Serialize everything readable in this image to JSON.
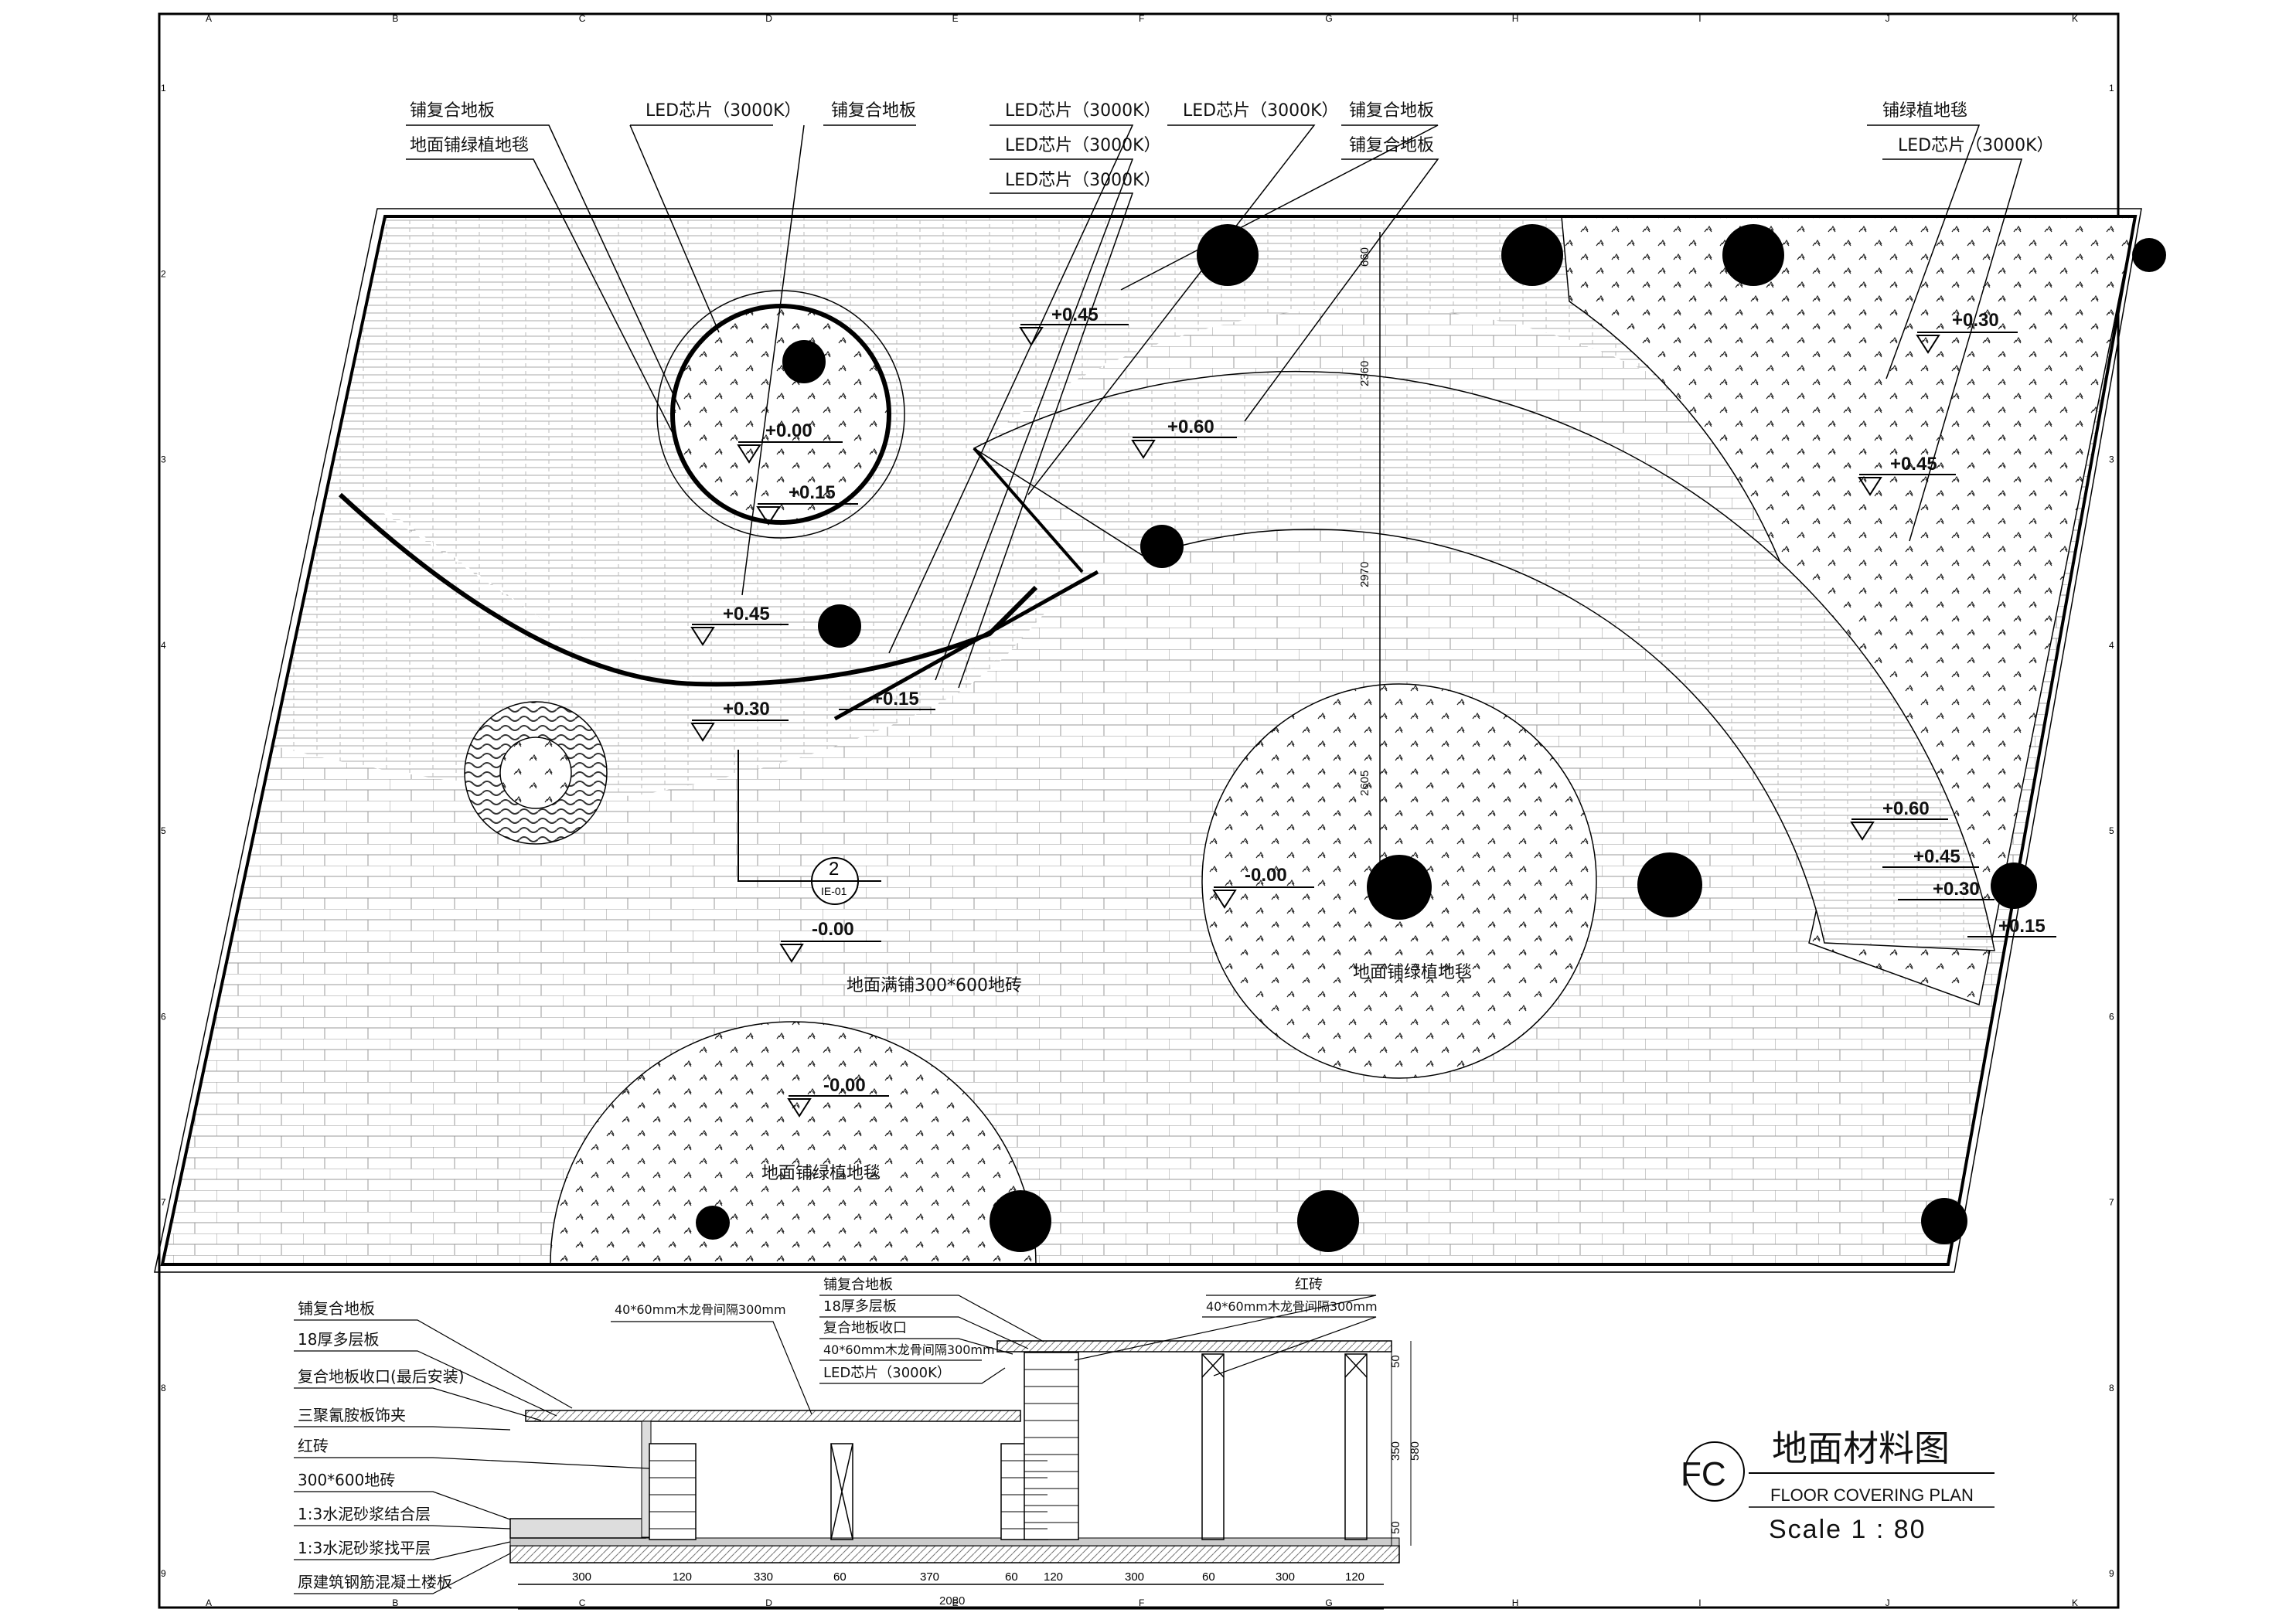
{
  "title": {
    "symbol": "FC",
    "cn": "地面材料图",
    "en": "FLOOR COVERING PLAN",
    "scale": "Scale 1 : 80"
  },
  "grid_letters": [
    "A",
    "B",
    "C",
    "D",
    "E",
    "F",
    "G",
    "H",
    "I",
    "J",
    "K"
  ],
  "grid_numbers": [
    "1",
    "2",
    "3",
    "4",
    "5",
    "6",
    "7",
    "8",
    "9"
  ],
  "plan_labels": {
    "l1": "铺复合地板",
    "l2": "地面铺绿植地毯",
    "l3": "LED芯片（3000K）",
    "l4": "铺复合地板",
    "l5": "LED芯片（3000K）",
    "l6": "LED芯片（3000K）",
    "l7": "LED芯片（3000K）",
    "l8": "LED芯片（3000K）",
    "l9": "铺复合地板",
    "l10": "铺复合地板",
    "l11": "铺绿植地毯",
    "l12": "LED芯片（3000K）",
    "floor_tile": "地面满铺300*600地砖",
    "carpet_right": "地面铺绿植地毯",
    "carpet_bottom": "地面铺绿植地毯"
  },
  "elevations": {
    "e1": "+0.45",
    "e2": "+0.00",
    "e3": "+0.15",
    "e4": "+0.60",
    "e5": "+0.45",
    "e6": "+0.30",
    "e7": "+0.15",
    "e8": "-0.00",
    "e9": "-0.00",
    "e10": "-0.00",
    "e11": "+0.30",
    "e12": "+0.45",
    "e13": "+0.60",
    "e14": "+0.45",
    "e15": "+0.30",
    "e16": "+0.15"
  },
  "section_callout": {
    "number": "2",
    "sheet": "IE-01"
  },
  "plan_dims": {
    "d1": "660",
    "d2": "2360",
    "d3": "2970",
    "d4": "2605"
  },
  "section_labels": {
    "s1": "铺复合地板",
    "s2": "18厚多层板",
    "s3": "复合地板收口(最后安装)",
    "s4": "三聚氰胺板饰夹",
    "s5": "红砖",
    "s6": "300*600地砖",
    "s7": "1:3水泥砂浆结合层",
    "s8": "1:3水泥砂浆找平层",
    "s9": "原建筑钢筋混凝土楼板",
    "s10": "40*60mm木龙骨间隔300mm",
    "s11": "铺复合地板",
    "s12": "18厚多层板",
    "s13": "复合地板收口",
    "s14": "40*60mm木龙骨间隔300mm",
    "s15": "LED芯片（3000K）",
    "s16": "红砖",
    "s17": "40*60mm木龙骨间隔300mm"
  },
  "section_dims": [
    "300",
    "120",
    "330",
    "60",
    "370",
    "60",
    "120",
    "300",
    "60",
    "300",
    "120"
  ],
  "section_total": "2080",
  "section_vdims": {
    "v1": "50",
    "v2": "350",
    "v3": "50",
    "v4": "580"
  }
}
